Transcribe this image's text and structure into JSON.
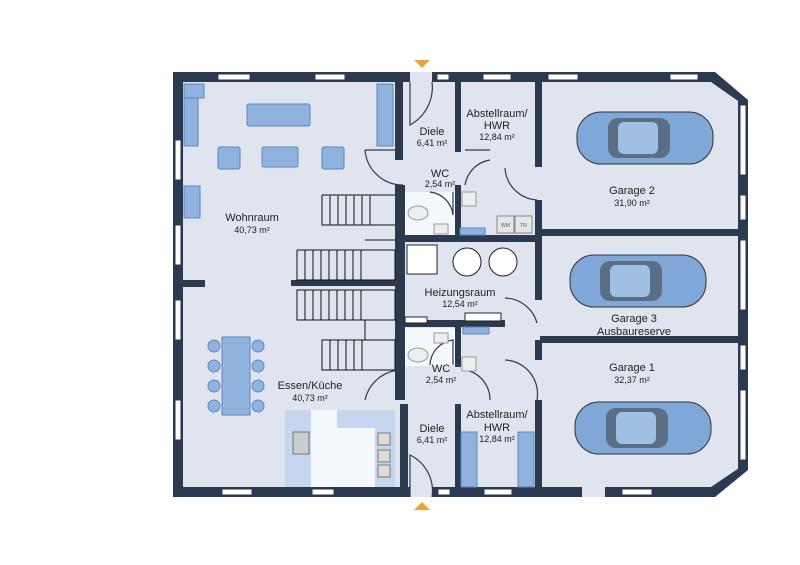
{
  "plan": {
    "rooms": {
      "wohnraum": {
        "name": "Wohnraum",
        "area": "40,73 m²"
      },
      "essen_kueche": {
        "name": "Essen/Küche",
        "area": "40,73 m²"
      },
      "diele_top": {
        "name": "Diele",
        "area": "6,41 m²"
      },
      "diele_bottom": {
        "name": "Diele",
        "area": "6,41 m²"
      },
      "abstell_top": {
        "name1": "Abstellraum/",
        "name2": "HWR",
        "area": "12,84 m²"
      },
      "abstell_bottom": {
        "name1": "Abstellraum/",
        "name2": "HWR",
        "area": "12,84 m²"
      },
      "wc_top": {
        "name": "WC",
        "area": "2,54 m²"
      },
      "wc_bottom": {
        "name": "WC",
        "area": "2,54 m²"
      },
      "heizung": {
        "name": "Heizungsraum",
        "area": "12,54 m²"
      },
      "garage2": {
        "name": "Garage 2",
        "area": "31,90 m²"
      },
      "garage3": {
        "name": "Garage 3",
        "area": "Ausbaureserve"
      },
      "garage1": {
        "name": "Garage 1",
        "area": "32,37 m²"
      }
    },
    "appliances": {
      "washer": "WM",
      "dryer": "TR"
    },
    "colors": {
      "wall": "#2b3a4f",
      "floor": "#dfe4ee",
      "furniture": "#8fb2de",
      "entrance_marker": "#f0a030"
    }
  }
}
